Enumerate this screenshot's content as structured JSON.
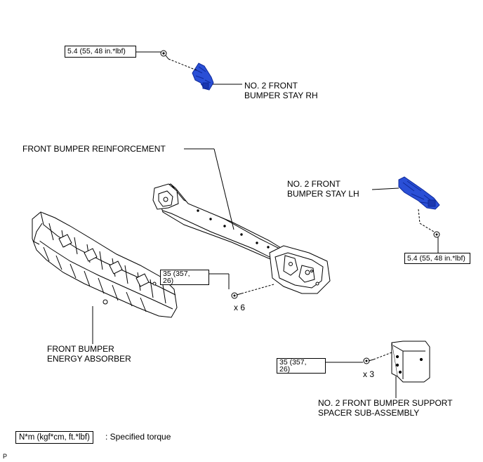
{
  "labels": {
    "stay_rh_line1": "NO. 2 FRONT",
    "stay_rh_line2": "BUMPER STAY RH",
    "reinforcement": "FRONT BUMPER REINFORCEMENT",
    "stay_lh_line1": "NO. 2 FRONT",
    "stay_lh_line2": "BUMPER STAY LH",
    "absorber_line1": "FRONT BUMPER",
    "absorber_line2": "ENERGY ABSORBER",
    "spacer_line1": "NO. 2 FRONT BUMPER SUPPORT",
    "spacer_line2": "SPACER SUB-ASSEMBLY"
  },
  "torques": {
    "stay_rh": "5.4 (55, 48 in.*lbf)",
    "stay_lh": "5.4 (55, 48 in.*lbf)",
    "reinforcement_line1": "35 (357,",
    "reinforcement_line2": "26)",
    "spacer_line1": "35 (357,",
    "spacer_line2": "26)"
  },
  "quantities": {
    "reinforcement_bolts": "x 6",
    "spacer_bolts": "x 3"
  },
  "legend": {
    "unit": "N*m (kgf*cm, ft.*lbf)",
    "description": ": Specified torque"
  },
  "corner_mark": "P",
  "colors": {
    "stay_blue": "#2a4fd6",
    "stay_blue_dark": "#0f2a9a",
    "line": "#000000"
  }
}
